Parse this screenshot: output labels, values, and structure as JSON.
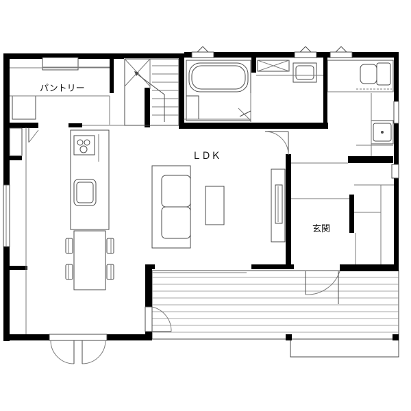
{
  "rooms": {
    "pantry": "パントリー",
    "ldk": "ＬＤＫ",
    "entrance": "玄関"
  }
}
